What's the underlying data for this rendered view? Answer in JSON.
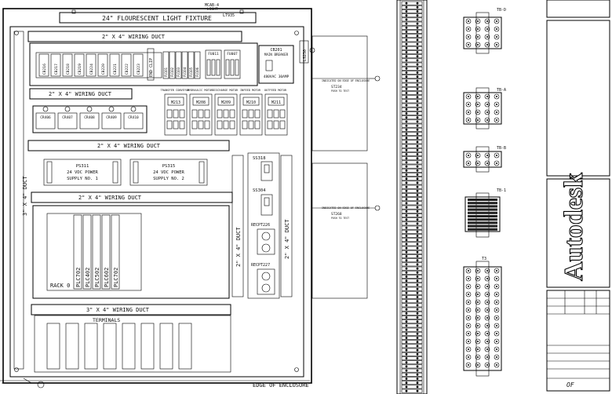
{
  "fixture": {
    "label": "24\" FLOURESCENT LIGHT FIXTURE",
    "tag_top": "MCAB-4",
    "tag_sub": "LIGHT",
    "tag_ref": "LT935"
  },
  "ducts": {
    "d1": "2\" X 4\" WIRING DUCT",
    "d2": "2\" X 4\" WIRING DUCT",
    "d3": "2\" X 4\" WIRING DUCT",
    "d4": "2\" X 4\" WIRING DUCT",
    "d5": "3\" X 4\" WIRING DUCT",
    "left": "3\" X 4\" DUCT",
    "vert1": "2\" X 4\" DUCT",
    "vert2": "2\" X 4\" DUCT"
  },
  "breakers": [
    "CB216",
    "CB217",
    "CB218",
    "CB219",
    "CB224",
    "CB220",
    "CB221",
    "CB222",
    "CB223"
  ],
  "end_clip": "END CLIP",
  "relays": [
    "FU101",
    "FU102",
    "FU103",
    "FU104",
    "FU105",
    "FU106"
  ],
  "fuses": [
    "FU011",
    "FU007"
  ],
  "main_breaker": {
    "tag": "CB201",
    "label": "MAIN BREAKER",
    "rating": "480VAC 30AMP"
  },
  "disconnect": "LS230",
  "motor_starters": [
    "M213",
    "M208",
    "M209",
    "M210",
    "M211"
  ],
  "starter_titles": [
    "TRANSFER CONVEYOR",
    "HYDRAULIC MOTOR",
    "DISCHARGE MOTOR",
    "INFEED MOTOR",
    "OUTFEED MOTOR"
  ],
  "ctl_blocks": [
    "CR406",
    "CR407",
    "CR408",
    "CR409",
    "CR410"
  ],
  "power_supplies": [
    {
      "tag": "PS311",
      "l1": "24 VDC POWER",
      "l2": "SUPPLY NO. 1"
    },
    {
      "tag": "PS315",
      "l1": "24 VDC POWER",
      "l2": "SUPPLY NO. 2"
    }
  ],
  "switches": [
    "SS318",
    "SS304"
  ],
  "receptacles": [
    "RECPT226",
    "RECPT227"
  ],
  "plc_slots": [
    "PLC702",
    "PLC402",
    "PLC502",
    "PLC602",
    "PLC702"
  ],
  "rack_label": "RACK 0",
  "terminals_label": "TERMINALS",
  "edge_label": "EDGE OF ENCLOSURE",
  "callouts": [
    {
      "tag": "ST234",
      "line1": "INDICATED ON EDGE OF ENCLOSURE",
      "line2": "PUSH TO TEST"
    },
    {
      "tag": "ST268",
      "line1": "INDICATED ON EDGE OF ENCLOSURE",
      "line2": "PUSH TO TEST"
    }
  ],
  "tb_labels": [
    "TB-D",
    "TB-A",
    "TB-B",
    "TB-1",
    "T3"
  ],
  "logo": "Autodesk",
  "title_block": {
    "sheet": "OF"
  }
}
